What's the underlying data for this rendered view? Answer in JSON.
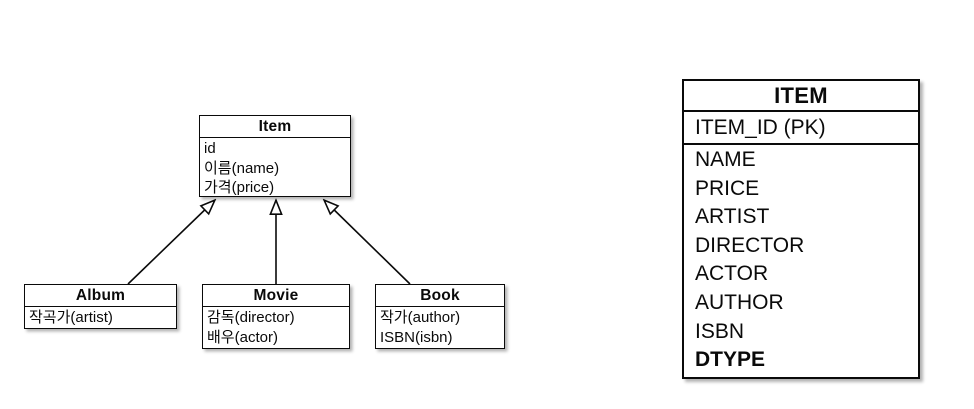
{
  "diagram": {
    "classes": [
      {
        "id": "item",
        "title": "Item",
        "fields": [
          "id",
          "이름(name)",
          "가격(price)"
        ]
      },
      {
        "id": "album",
        "title": "Album",
        "fields": [
          "작곡가(artist)"
        ]
      },
      {
        "id": "movie",
        "title": "Movie",
        "fields": [
          "감독(director)",
          "배우(actor)"
        ]
      },
      {
        "id": "book",
        "title": "Book",
        "fields": [
          "작가(author)",
          "ISBN(isbn)"
        ]
      }
    ],
    "relations": [
      {
        "from": "Album",
        "to": "Item",
        "type": "inheritance"
      },
      {
        "from": "Movie",
        "to": "Item",
        "type": "inheritance"
      },
      {
        "from": "Book",
        "to": "Item",
        "type": "inheritance"
      }
    ]
  },
  "table": {
    "title": "ITEM",
    "primary_key": "ITEM_ID (PK)",
    "columns": [
      "NAME",
      "PRICE",
      "ARTIST",
      "DIRECTOR",
      "ACTOR",
      "AUTHOR",
      "ISBN",
      "DTYPE"
    ],
    "bold_columns": [
      "DTYPE"
    ]
  },
  "colors": {
    "background": "#ffffff",
    "line": "#0a0a0a"
  }
}
